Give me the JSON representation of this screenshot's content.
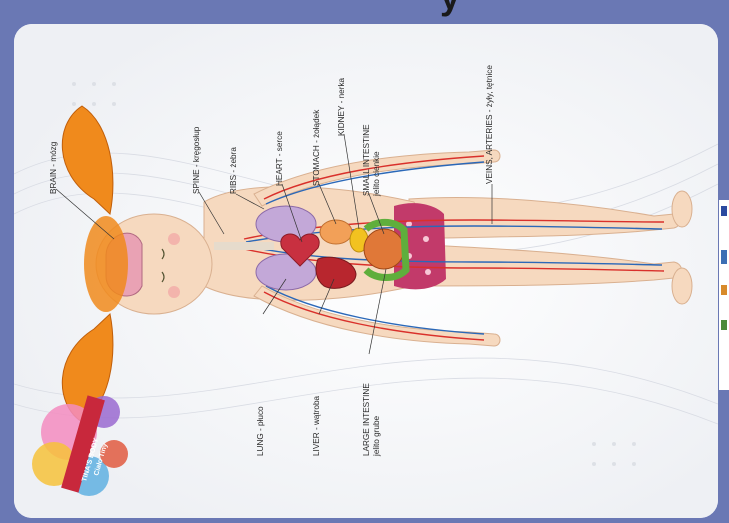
{
  "page": {
    "top_fragment": "y"
  },
  "logo": {
    "line1": "TINA'S BODY",
    "line2": "Ciało Tiny"
  },
  "labels": {
    "brain": "BRAIN - mózg",
    "spine": "SPINE - kręgosłup",
    "ribs": "RIBS - żebra",
    "heart": "HEART - serce",
    "stomach": "STOMACH - żołądek",
    "kidney": "KIDNEY - nerka",
    "small_intestine": "SMALL INTESTINE",
    "small_intestine_pl": "jelito cienkie",
    "veins": "VEINS, ARTERIES - żyły, tętnice",
    "lung": "LUNG - płuco",
    "liver": "LIVER - wątroba",
    "large_intestine": "LARGE INTESTINE",
    "large_intestine_pl": "jelito grube"
  },
  "colors": {
    "frame": "#6a78b4",
    "skin": "#f6d9bf",
    "hair": "#f08a1c",
    "artery": "#d9302b",
    "vein": "#2b68b8"
  }
}
